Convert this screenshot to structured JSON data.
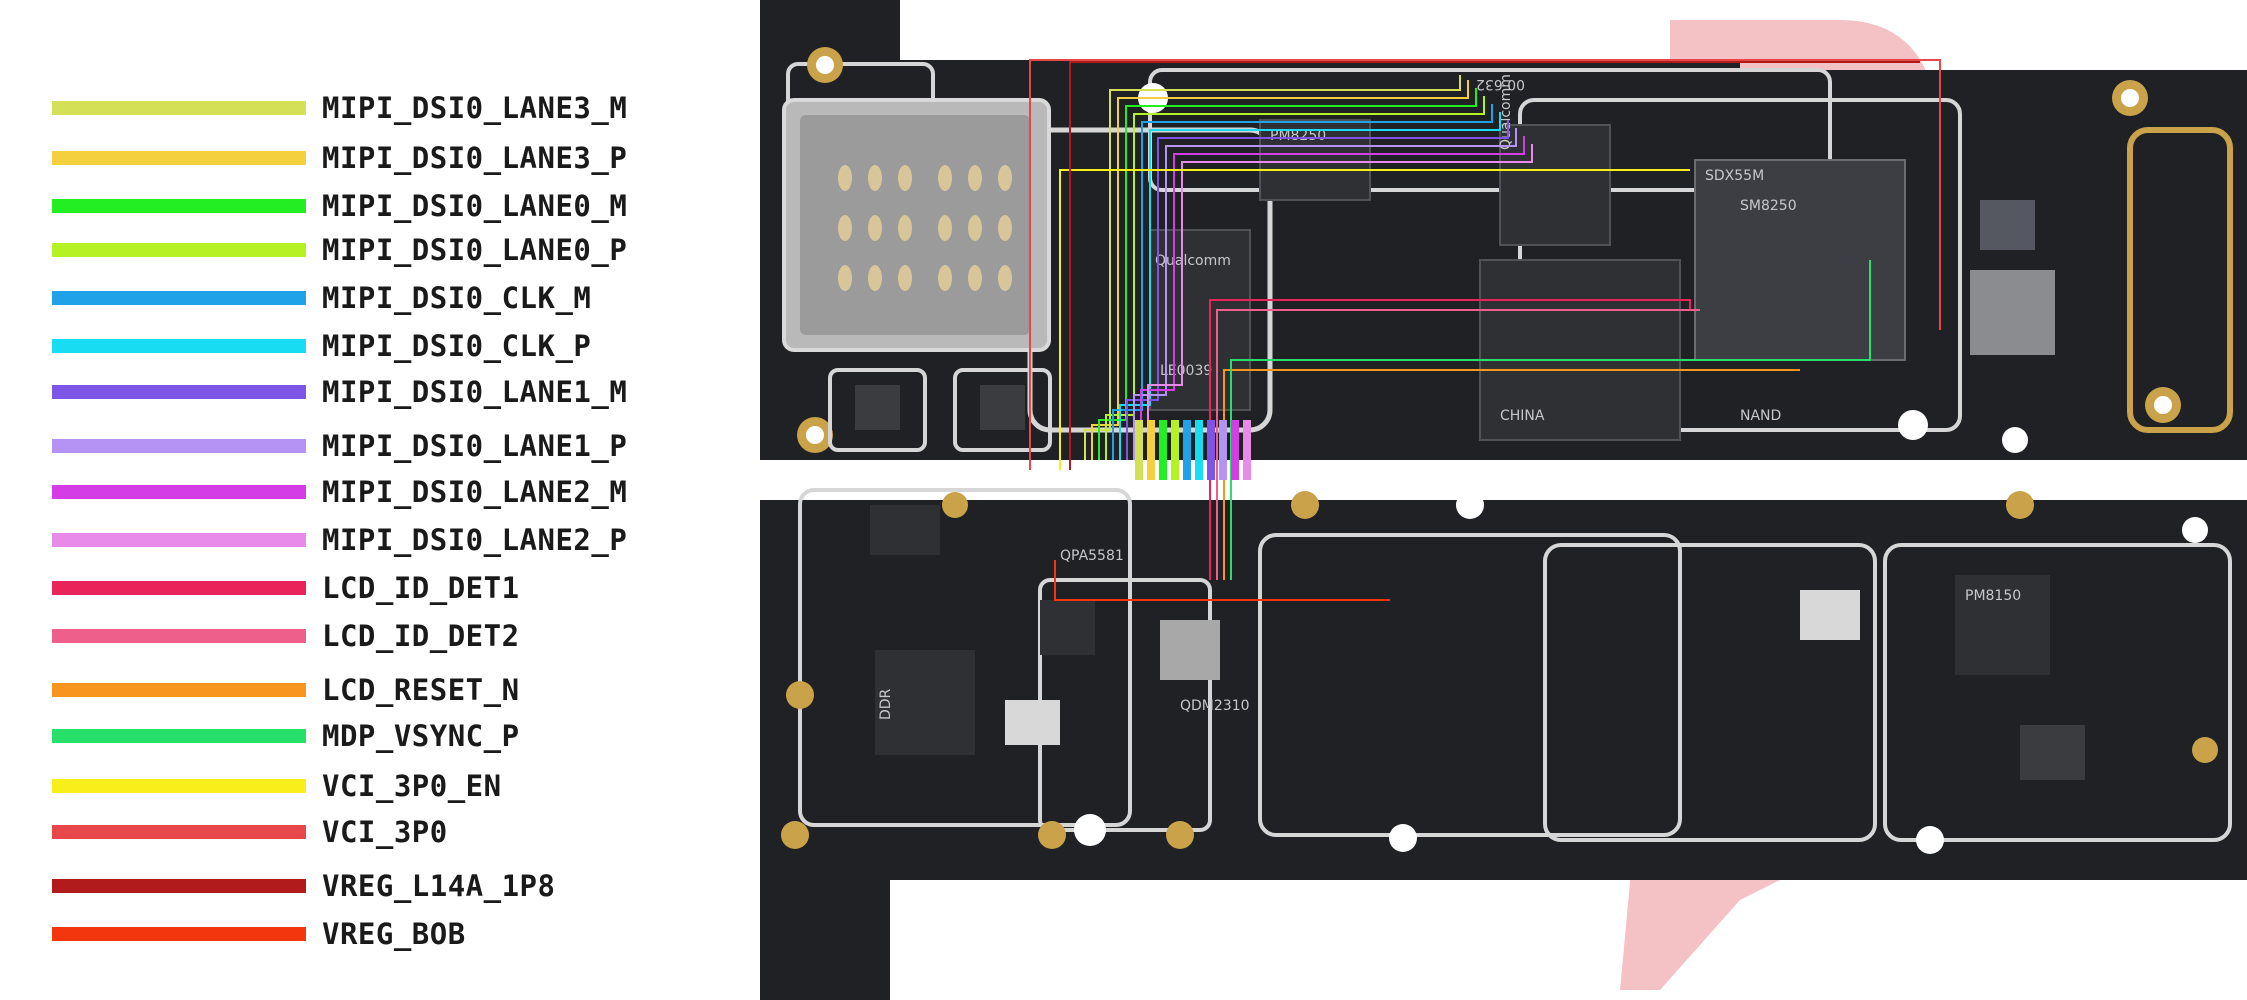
{
  "legend": {
    "items": [
      {
        "label": "MIPI_DSI0_LANE3_M",
        "color": "#d4e157"
      },
      {
        "label": "MIPI_DSI0_LANE3_P",
        "color": "#f4d03f"
      },
      {
        "label": "MIPI_DSI0_LANE0_M",
        "color": "#22ee22"
      },
      {
        "label": "MIPI_DSI0_LANE0_P",
        "color": "#b5f224"
      },
      {
        "label": "MIPI_DSI0_CLK_M",
        "color": "#1fa2e8"
      },
      {
        "label": "MIPI_DSI0_CLK_P",
        "color": "#18dcf2"
      },
      {
        "label": "MIPI_DSI0_LANE1_M",
        "color": "#7d55e6"
      },
      {
        "label": "MIPI_DSI0_LANE1_P",
        "color": "#b493f5"
      },
      {
        "label": "MIPI_DSI0_LANE2_M",
        "color": "#d43ce6"
      },
      {
        "label": "MIPI_DSI0_LANE2_P",
        "color": "#e88ae8"
      },
      {
        "label": "LCD_ID_DET1",
        "color": "#e8245a"
      },
      {
        "label": "LCD_ID_DET2",
        "color": "#ee5f8c"
      },
      {
        "label": "LCD_RESET_N",
        "color": "#f7951e"
      },
      {
        "label": "MDP_VSYNC_P",
        "color": "#27e06a"
      },
      {
        "label": "VCI_3P0_EN",
        "color": "#f8ef1a"
      },
      {
        "label": "VCI_3P0",
        "color": "#e8474a"
      },
      {
        "label": "VREG_L14A_1P8",
        "color": "#b21b1b"
      },
      {
        "label": "VREG_BOB",
        "color": "#f4360e"
      }
    ]
  },
  "board": {
    "pcb_color": "#1f2124",
    "outline_color": "#d6d6d6",
    "gold_color": "#c9a24a",
    "watermark_color": "#f2b6bb",
    "chips": [
      {
        "text": "Qualcomm"
      },
      {
        "text": "Qualcomm"
      },
      {
        "text": "SDX55M"
      },
      {
        "text": "SM8250"
      },
      {
        "text": "NAND"
      },
      {
        "text": "CHINA"
      },
      {
        "text": "LE0039"
      },
      {
        "text": "PM8250"
      },
      {
        "text": "QDM2310"
      },
      {
        "text": "QPA5581"
      },
      {
        "text": "DDR"
      },
      {
        "text": "PM8150"
      },
      {
        "text": "00 632"
      }
    ]
  }
}
